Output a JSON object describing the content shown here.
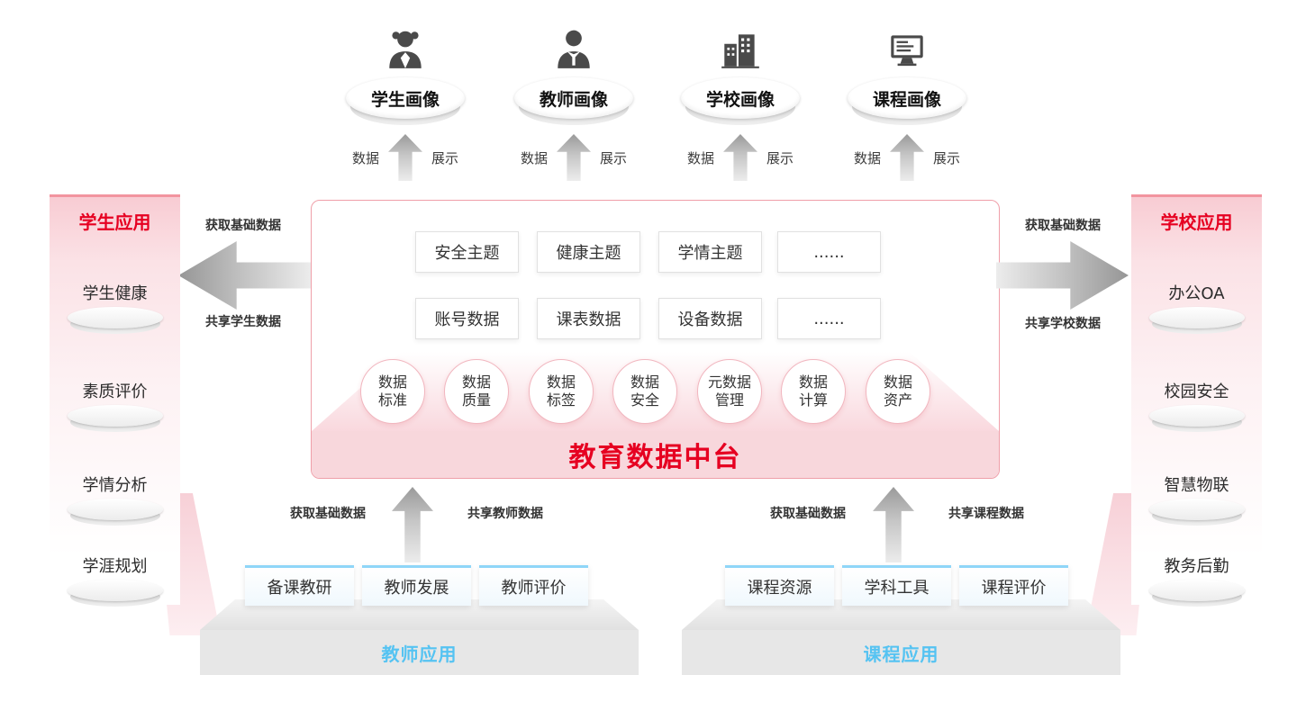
{
  "portraits": [
    {
      "label": "学生画像",
      "arrow_left": "数据",
      "arrow_right": "展示"
    },
    {
      "label": "教师画像",
      "arrow_left": "数据",
      "arrow_right": "展示"
    },
    {
      "label": "学校画像",
      "arrow_left": "数据",
      "arrow_right": "展示"
    },
    {
      "label": "课程画像",
      "arrow_left": "数据",
      "arrow_right": "展示"
    }
  ],
  "platform": {
    "title": "教育数据中台",
    "themes": [
      "安全主题",
      "健康主题",
      "学情主题",
      "......"
    ],
    "data_sources": [
      "账号数据",
      "课表数据",
      "设备数据",
      "......"
    ],
    "capabilities": [
      {
        "line1": "数据",
        "line2": "标准"
      },
      {
        "line1": "数据",
        "line2": "质量"
      },
      {
        "line1": "数据",
        "line2": "标签"
      },
      {
        "line1": "数据",
        "line2": "安全"
      },
      {
        "line1": "元数据",
        "line2": "管理"
      },
      {
        "line1": "数据",
        "line2": "计算"
      },
      {
        "line1": "数据",
        "line2": "资产"
      }
    ]
  },
  "student_apps": {
    "title": "学生应用",
    "items": [
      "学生健康",
      "素质评价",
      "学情分析",
      "学涯规划"
    ],
    "get_label": "获取基础数据",
    "share_label": "共享学生数据"
  },
  "school_apps": {
    "title": "学校应用",
    "items": [
      "办公OA",
      "校园安全",
      "智慧物联",
      "教务后勤"
    ],
    "get_label": "获取基础数据",
    "share_label": "共享学校数据"
  },
  "teacher_apps": {
    "title": "教师应用",
    "items": [
      "备课教研",
      "教师发展",
      "教师评价"
    ],
    "get_label": "获取基础数据",
    "share_label": "共享教师数据"
  },
  "course_apps": {
    "title": "课程应用",
    "items": [
      "课程资源",
      "学科工具",
      "课程评价"
    ],
    "get_label": "获取基础数据",
    "share_label": "共享课程数据"
  },
  "colors": {
    "accent_red": "#e60021",
    "banner_pink": "#f8d7dc",
    "app_blue": "#55c3f2",
    "arrow_gray": "#9a9a9a"
  }
}
